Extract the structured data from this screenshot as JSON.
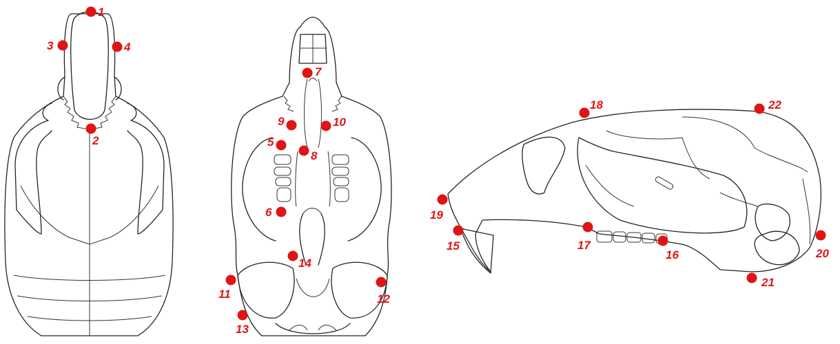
{
  "figure": {
    "views": [
      {
        "id": "dorsal"
      },
      {
        "id": "ventral"
      },
      {
        "id": "lateral"
      }
    ],
    "landmark_color": "#e01414",
    "landmarks": [
      {
        "label": "1"
      },
      {
        "label": "2"
      },
      {
        "label": "3"
      },
      {
        "label": "4"
      },
      {
        "label": "5"
      },
      {
        "label": "6"
      },
      {
        "label": "7"
      },
      {
        "label": "8"
      },
      {
        "label": "9"
      },
      {
        "label": "10"
      },
      {
        "label": "11"
      },
      {
        "label": "12"
      },
      {
        "label": "13"
      },
      {
        "label": "14"
      },
      {
        "label": "15"
      },
      {
        "label": "16"
      },
      {
        "label": "17"
      },
      {
        "label": "18"
      },
      {
        "label": "19"
      },
      {
        "label": "20"
      },
      {
        "label": "21"
      },
      {
        "label": "22"
      }
    ]
  }
}
